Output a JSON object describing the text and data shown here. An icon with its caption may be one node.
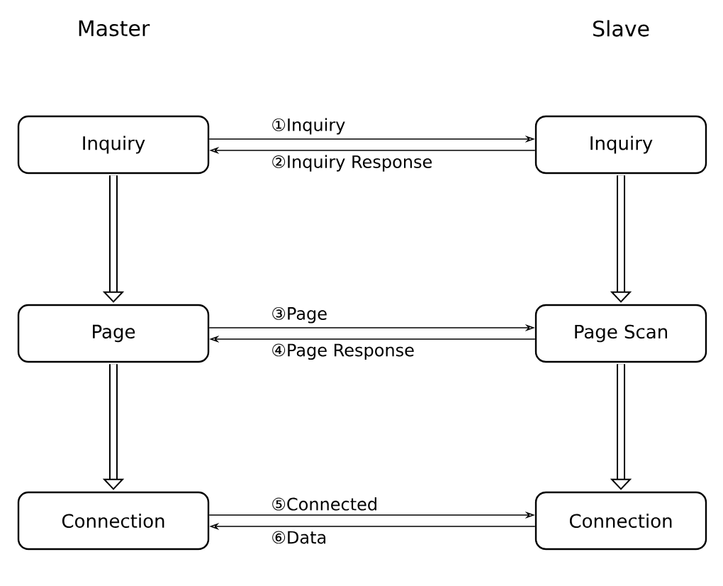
{
  "diagram": {
    "nodes": [
      {
        "text": [
          "Inquiry"
        ]
      },
      {
        "text": [
          "Inquiry"
        ]
      },
      {
        "text": [
          "Page"
        ]
      },
      {
        "text": [
          "Page Scan"
        ]
      },
      {
        "text": [
          "Connection"
        ]
      },
      {
        "text": [
          "Connection"
        ]
      }
    ],
    "edges": [
      {
        "from": 0,
        "to": 1,
        "arrow": "to",
        "label": "①Inquiry"
      },
      {
        "from": 1,
        "to": 0,
        "arrow": "to",
        "label": "②Inquiry Response"
      },
      {
        "from": 2,
        "to": 3,
        "arrow": "to",
        "label": "③Page"
      },
      {
        "from": 3,
        "to": 2,
        "arrow": "to",
        "label": "④Page Response"
      },
      {
        "from": 4,
        "to": 5,
        "arrow": "to",
        "label": "⑤Connected"
      },
      {
        "from": 5,
        "to": 4,
        "arrow": "to",
        "label": "⑥Data"
      },
      {
        "from": 0,
        "to": 2,
        "arrow": "to",
        "style": "thick"
      },
      {
        "from": 2,
        "to": 4,
        "arrow": "to",
        "style": "thick"
      },
      {
        "from": 1,
        "to": 3,
        "arrow": "to",
        "style": "thick"
      },
      {
        "from": 3,
        "to": 5,
        "arrow": "to",
        "style": "thick"
      }
    ],
    "labels": [
      "Master",
      "Slave"
    ]
  }
}
